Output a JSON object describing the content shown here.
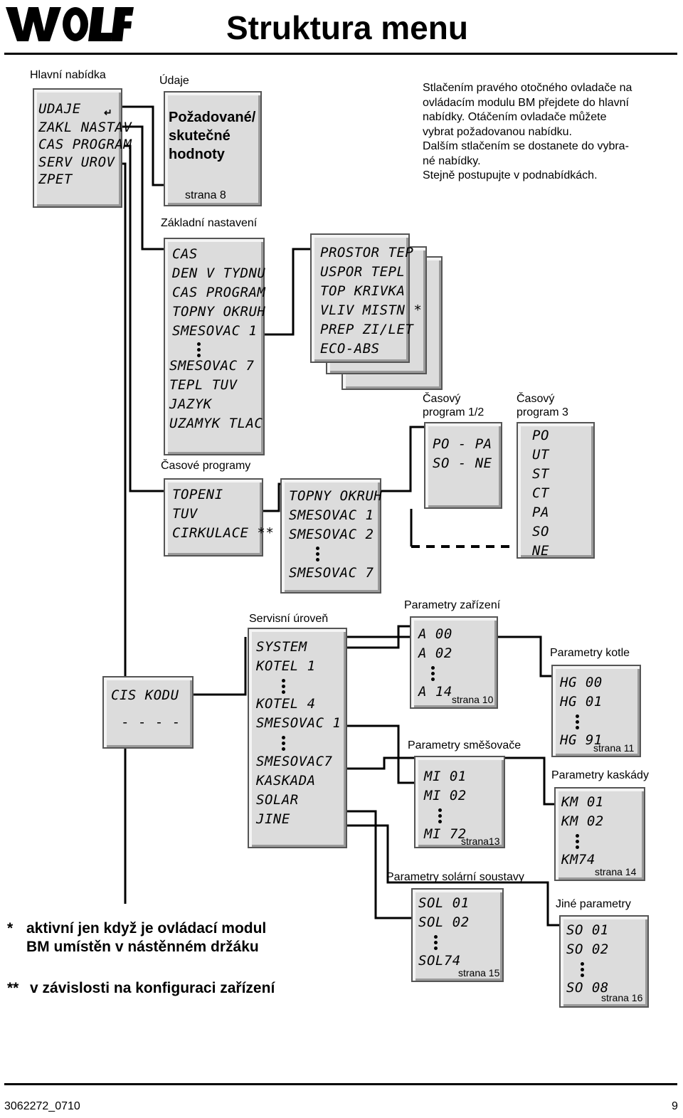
{
  "header": {
    "logo_text": "WOLF",
    "title": "Struktura menu"
  },
  "footer": {
    "doc_number": "3062272_0710",
    "page_number": "9"
  },
  "main_menu": {
    "label": "Hlavní nabídka",
    "items": [
      "UDAJE",
      "ZAKL NASTAV",
      "CAS PROGRAM",
      "SERV UROV",
      "ZPET"
    ]
  },
  "udaje": {
    "label": "Údaje",
    "text": [
      "Požadované/",
      "skutečné",
      "hodnoty"
    ],
    "page": "strana 8"
  },
  "instructions": [
    "Stlačením pravého otočného ovladače na",
    "ovládacím modulu BM přejdete do hlavní",
    "nabídky. Otáčením ovladače můžete",
    "vybrat požadovanou nabídku.",
    "Dalším stlačením se dostanete do vybra-",
    "né nabídky.",
    "Stejně postupujte v podnabídkách."
  ],
  "basic_settings": {
    "label": "Základní nastavení",
    "items_top": [
      "CAS",
      "DEN V TYDNU",
      "CAS PROGRAM",
      "TOPNY OKRUH",
      "SMESOVAC 1"
    ],
    "items_bottom": [
      "SMESOVAC 7",
      "TEPL TUV",
      "JAZYK",
      "UZAMYK TLAC"
    ]
  },
  "room_submenu": {
    "items": [
      "PROSTOR TEP",
      "USPOR TEPL",
      "TOP KRIVKA",
      "VLIV MISTN *",
      "PREP ZI/LET",
      "ECO-ABS"
    ]
  },
  "time_programs": {
    "label": "Časové programy",
    "items": [
      "TOPENI",
      "TUV",
      "CIRKULACE **"
    ]
  },
  "heating_circuits": {
    "items_top": [
      "TOPNY OKRUH",
      "SMESOVAC 1",
      "SMESOVAC 2"
    ],
    "items_bottom": [
      "SMESOVAC 7"
    ]
  },
  "program_12": {
    "label": [
      "Časový",
      "program 1/2"
    ],
    "items": [
      "PO - PA",
      "SO - NE"
    ]
  },
  "program_3": {
    "label": [
      "Časový",
      "program 3"
    ],
    "items": [
      "PO",
      "UT",
      "ST",
      "CT",
      "PA",
      "SO",
      "NE"
    ]
  },
  "code_box": {
    "title": "CIS KODU",
    "value": "- - - -"
  },
  "service": {
    "label": "Servisní úroveň",
    "items_a": [
      "SYSTEM",
      "KOTEL 1"
    ],
    "items_b": [
      "KOTEL 4",
      "SMESOVAC 1"
    ],
    "items_c": [
      "SMESOVAC7",
      "KASKADA",
      "SOLAR",
      "JINE"
    ]
  },
  "device_params": {
    "label": "Parametry zařízení",
    "top": [
      "A 00",
      "A 02"
    ],
    "last": "A 14",
    "page": "strana 10"
  },
  "mixer_params": {
    "label": "Parametry směšovače",
    "top": [
      "MI 01",
      "MI 02"
    ],
    "last": "MI 72",
    "page": "strana13"
  },
  "solar_params": {
    "label": "Parametry solární soustavy",
    "top": [
      "SOL 01",
      "SOL 02"
    ],
    "last": "SOL74",
    "page": "strana 15"
  },
  "boiler_params": {
    "label": "Parametry kotle",
    "top": [
      "HG 00",
      "HG 01"
    ],
    "last": "HG 91",
    "page": "strana 11"
  },
  "cascade_params": {
    "label": "Parametry kaskády",
    "top": [
      "KM 01",
      "KM 02"
    ],
    "last": "KM74",
    "page": "strana 14"
  },
  "other_params": {
    "label": "Jiné parametry",
    "top": [
      "SO 01",
      "SO 02"
    ],
    "last": "SO 08",
    "page": "strana 16"
  },
  "notes": {
    "star_mark": "*",
    "star_line1": "aktivní jen když je ovládací modul",
    "star_line2": "BM umístěn v nástěnném držáku",
    "double_mark": "**",
    "double_text": "v závislosti na konfiguraci zařízení"
  }
}
